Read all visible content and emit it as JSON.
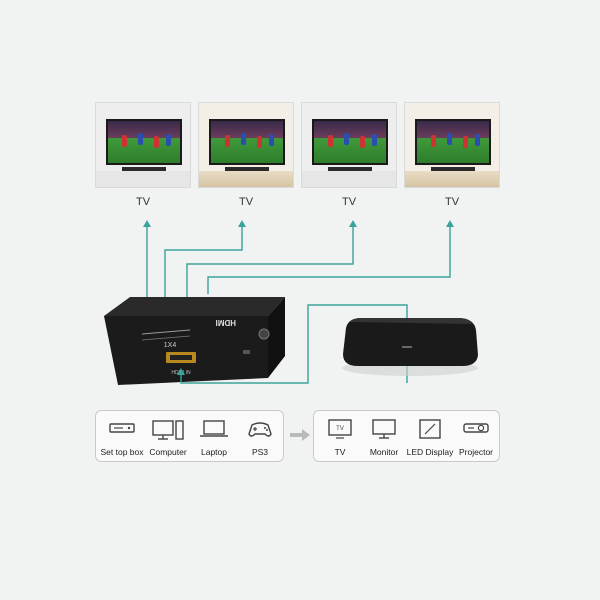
{
  "tvs": [
    {
      "label": "TV",
      "style": "gray"
    },
    {
      "label": "TV",
      "style": "wood"
    },
    {
      "label": "TV",
      "style": "gray"
    },
    {
      "label": "TV",
      "style": "wood"
    }
  ],
  "splitter": {
    "front_label": "HDMI IN",
    "model_text": "1X4",
    "side_logo": "HDMI"
  },
  "sources": {
    "items": [
      {
        "label": "Set top box",
        "icon": "set-top-box-icon"
      },
      {
        "label": "Computer",
        "icon": "computer-icon"
      },
      {
        "label": "Laptop",
        "icon": "laptop-icon"
      },
      {
        "label": "PS3",
        "icon": "gamepad-icon"
      }
    ]
  },
  "displays": {
    "items": [
      {
        "label": "TV",
        "icon": "tv-icon"
      },
      {
        "label": "Monitor",
        "icon": "monitor-icon"
      },
      {
        "label": "LED Display",
        "icon": "led-display-icon"
      },
      {
        "label": "Projector",
        "icon": "projector-icon"
      }
    ]
  },
  "colors": {
    "wire": "#3aa39a",
    "background": "#f1f2f2",
    "device": "#1e1e1e"
  }
}
